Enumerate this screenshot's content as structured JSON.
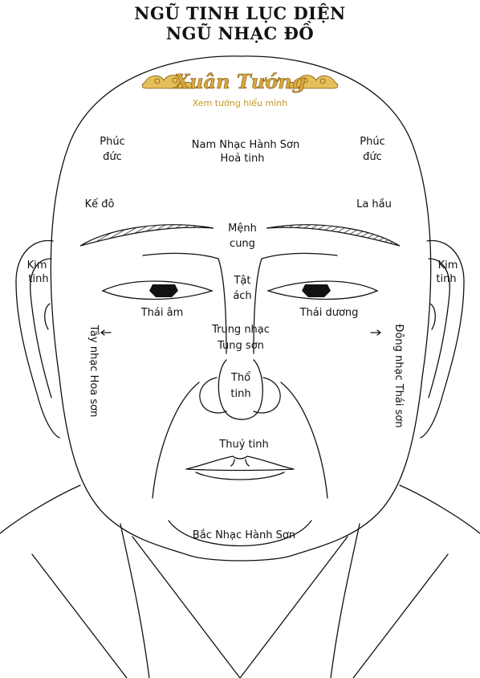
{
  "title": {
    "line1": "NGŨ TINH LỤC DIỆN",
    "line2": "NGŨ NHẠC ĐỒ"
  },
  "logo": {
    "name": "Xuân Tướng",
    "tagline": "Xem tướng hiểu mình",
    "color": "#d9a93a"
  },
  "labels": {
    "nam_nhac": "Nam Nhạc Hành Sơn",
    "hoa_tinh": "Hoả tinh",
    "phuc_duc_left_1": "Phúc",
    "phuc_duc_left_2": "đức",
    "phuc_duc_right_1": "Phúc",
    "phuc_duc_right_2": "đức",
    "ke_do": "Kế đô",
    "la_hau": "La hầu",
    "menh_cung_1": "Mệnh",
    "menh_cung_2": "cung",
    "kim_tinh_left_1": "Kim",
    "kim_tinh_left_2": "tinh",
    "kim_tinh_right_1": "Kim",
    "kim_tinh_right_2": "tinh",
    "tat_ach_1": "Tật",
    "tat_ach_2": "ách",
    "thai_am": "Thái âm",
    "thai_duong": "Thái dương",
    "trung_nhac": "Trung nhạc",
    "tung_son": "Tung sơn",
    "tay_nhac": "Tây nhạc Hoa sơn",
    "dong_nhac": "Đông nhạc Thái sơn",
    "tho_tinh_1": "Thổ",
    "tho_tinh_2": "tinh",
    "thuy_tinh": "Thuỷ tinh",
    "bac_nhac": "Bắc Nhạc Hành Sơn"
  },
  "icons": {
    "cloud_left": "cloud-ornament-icon",
    "cloud_right": "cloud-ornament-icon"
  }
}
